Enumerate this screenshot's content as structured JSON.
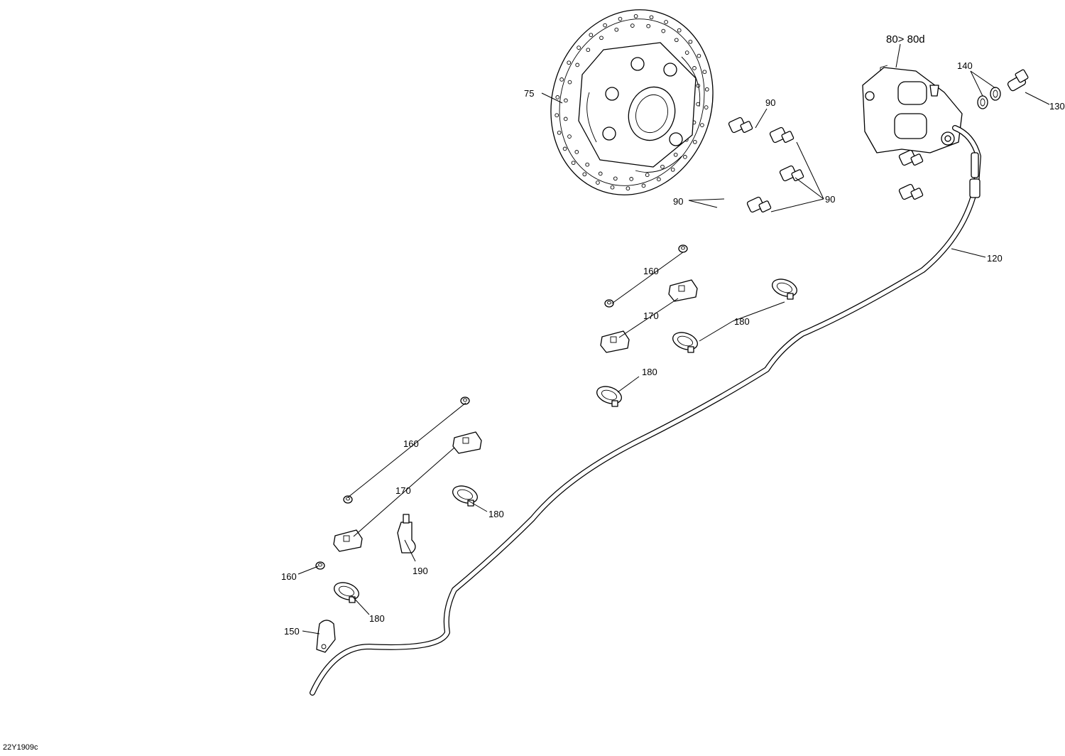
{
  "figure_id": "22Y1909c",
  "callouts": {
    "disc": "75",
    "caliper": "80> 80d",
    "bolts_top": "90",
    "bolts_left": "90",
    "bolts_right": "90",
    "brake_line": "120",
    "fitting": "130",
    "washers": "140",
    "bracket_150": "150",
    "nut_upper": "160",
    "nut_lower": "160",
    "nut_small": "160",
    "clip_upper": "170",
    "clip_lower": "170",
    "grommet_upper_right": "180",
    "grommet_upper_center": "180",
    "grommet_lower_right": "180",
    "grommet_lower_left": "180",
    "clamp_190": "190"
  }
}
